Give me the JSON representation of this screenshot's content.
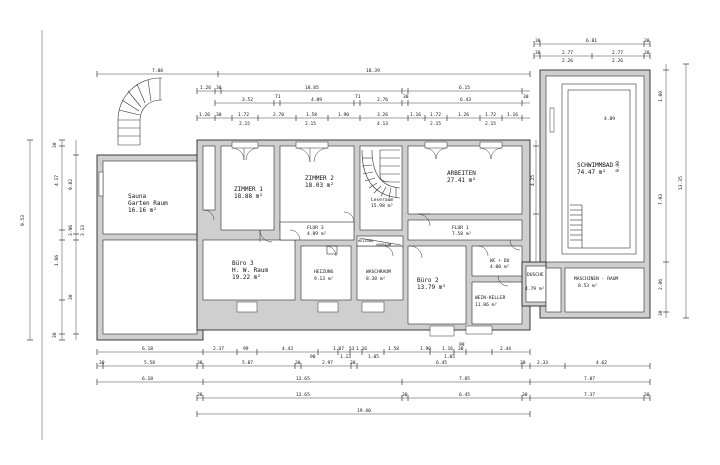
{
  "rooms": {
    "sauna": {
      "name": "Sauna",
      "name2": "Garten Raum",
      "area": "16.16 m²"
    },
    "zimmer1": {
      "name": "ZIMMER 1",
      "area": "18.88 m²"
    },
    "zimmer2": {
      "name": "ZIMMER 2",
      "area": "18.03 m²"
    },
    "leseraum": {
      "name": "Leseraum",
      "area": "15.98 m²"
    },
    "arbeiten": {
      "name": "ARBEITEN",
      "area": "27.41 m²"
    },
    "schwimmbad": {
      "name": "SCHWIMMBAD",
      "area": "74.47 m²"
    },
    "flur3": {
      "name": "FLUR 3",
      "area": "4.89 m²"
    },
    "flur1": {
      "name": "FLUR 1",
      "area": "7.58 m²"
    },
    "buero3": {
      "name": "Büro 3",
      "name2": "H. W. Raum",
      "area": "19.22 m²"
    },
    "heizung": {
      "name": "HEIZUNG",
      "area": "9.13 m²"
    },
    "heizungsvorraum": {
      "name": "HEIZUNG",
      "name2": "VORRAUM"
    },
    "waschraum": {
      "name": "WASCHRAUM",
      "area": "8.38 m²"
    },
    "buero2": {
      "name": "Büro 2",
      "area": "13.79 m²"
    },
    "wc_du": {
      "name": "WC + DU",
      "area": "4.00 m²"
    },
    "weinkeller": {
      "name": "WEIN-KELLER",
      "area": "11.86 m²"
    },
    "dusche": {
      "name": "DUSCHE",
      "area": "4.79 m²"
    },
    "maschinenraum": {
      "name": "MASCHINEN - RAUM",
      "area": "8.53 m²"
    }
  },
  "dimensions": {
    "top1": [
      "7.88",
      "18.39"
    ],
    "top2": [
      "1.26",
      "30",
      "18.85",
      "6.15"
    ],
    "top3": [
      "3.52",
      "71",
      "4.09",
      "71",
      "2.76",
      "30",
      "6.43",
      "30"
    ],
    "top4": [
      "1.26",
      "30",
      "1.72",
      "2.70",
      "1.58",
      "1.90",
      "3.26",
      "1.16",
      "1.72",
      "1.26",
      "1.72",
      "1.16"
    ],
    "top4b": [
      "2.15",
      "2.15",
      "4.13",
      "2.15",
      "2.15"
    ],
    "right_top1": [
      "30",
      "6.81",
      "30"
    ],
    "right_top2": [
      "30",
      "2.77",
      "2.77",
      "30"
    ],
    "right_top3": [
      "2.26",
      "2.26"
    ],
    "pool": [
      "4.89",
      "9.00"
    ],
    "bot1": [
      "6.18",
      "2.37",
      "99",
      "4.43",
      "1.07",
      "53",
      "1.16",
      "1.58",
      "1.90",
      "1.16",
      "30",
      "2.44"
    ],
    "bot1b": [
      "90",
      "1.13",
      "1.05",
      "1.05",
      "99"
    ],
    "bot2": [
      "30",
      "5.58",
      "30",
      "5.87",
      "30",
      "2.97",
      "30",
      "6.45",
      "30",
      "2.33",
      "4.62"
    ],
    "bot3": [
      "6.18",
      "12.65",
      "7.85",
      "7.07"
    ],
    "bot4": [
      "30",
      "12.65",
      "30",
      "6.45",
      "30",
      "7.37",
      "30"
    ],
    "bot5": [
      "19.40"
    ],
    "left": [
      "9.53",
      "4.17",
      "9.82",
      "3.96",
      "1.66",
      "3.13",
      "30",
      "30",
      "30"
    ],
    "right": [
      "13.35",
      "7.93",
      "2.06",
      "4.25",
      "1.60",
      "30"
    ]
  }
}
